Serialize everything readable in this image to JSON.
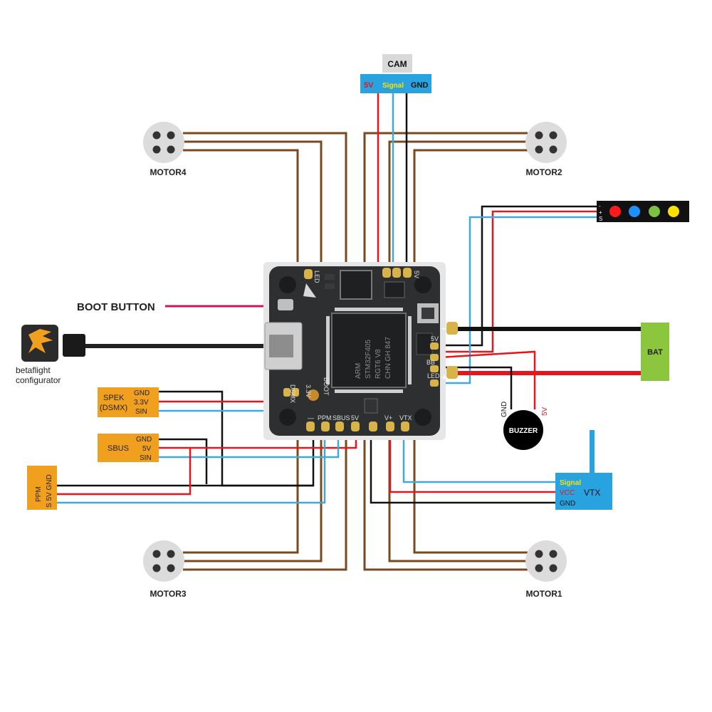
{
  "camera": {
    "title": "CAM",
    "pins": {
      "v5": "5V",
      "signal": "Signal",
      "gnd": "GND"
    }
  },
  "motors": {
    "m4": "MOTOR4",
    "m2": "MOTOR2",
    "m3": "MOTOR3",
    "m1": "MOTOR1"
  },
  "boot_button": "BOOT BUTTON",
  "configurator": {
    "line1": "betaflight",
    "line2": "configurator"
  },
  "spek": {
    "name_line1": "SPEK",
    "name_line2": "(DSMX)",
    "pins": {
      "gnd": "GND",
      "v33": "3.3V",
      "sin": "SIN"
    }
  },
  "sbus": {
    "name": "SBUS",
    "pins": {
      "gnd": "GND",
      "v5": "5V",
      "sin": "SIN"
    }
  },
  "ppm": {
    "name": "PPM",
    "pins": "S 5V GND"
  },
  "led_strip": {
    "pins": {
      "minus": "-",
      "plus": "+",
      "s": "S"
    },
    "colors": [
      "#ff1a1a",
      "#1e90ff",
      "#7cc142",
      "#ffe000"
    ]
  },
  "battery": {
    "name": "BAT"
  },
  "buzzer": {
    "name": "BUZZER",
    "gnd": "GND",
    "v5": "5V"
  },
  "vtx": {
    "name": "VTX",
    "pins": {
      "signal": "Signal",
      "vcc": "VCC",
      "gnd": "GND"
    }
  },
  "board": {
    "pads_top": [
      "LED",
      "5V"
    ],
    "pads_bottom": [
      "—",
      "PPM",
      "SBUS",
      "5V",
      "V+",
      "VTX"
    ],
    "left_labels": [
      "DSMX",
      "3.3V",
      "BOOT"
    ],
    "right_labels": [
      "5V",
      "BB",
      "LED"
    ],
    "chip_text": [
      "ARM",
      "STM32F405",
      "RGT6 V8",
      "CHN GH 847"
    ]
  },
  "colors": {
    "wire_brown": "#7a4a1e",
    "wire_red": "#e8141e",
    "wire_blue": "#3fa9dd",
    "wire_black": "#111111",
    "boot_wire": "#d4145a",
    "connector_blue": "#29a3e0",
    "connector_orange": "#f0a01e",
    "battery_green": "#8cc63f"
  }
}
